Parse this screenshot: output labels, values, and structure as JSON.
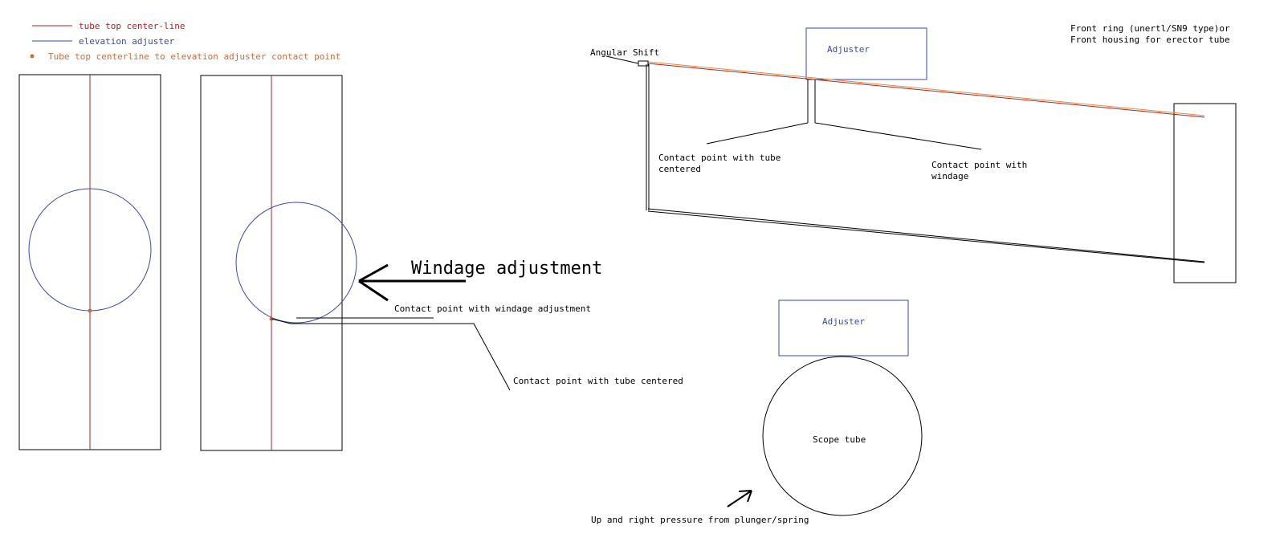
{
  "colors": {
    "tube_centerline": "#a0282a",
    "elevation_adjuster": "#3a4aa6",
    "contact_point": "#c07040",
    "ink": "#000000",
    "orange_line": "#e08a3a"
  },
  "legend": {
    "tube_centerline": "tube top center-line",
    "elevation_adjuster": "elevation adjuster",
    "contact_point": "Tube top centerline to elevation adjuster contact point"
  },
  "left_panel": {
    "windage_label": "Windage adjustment",
    "contact_windage_label": "Contact point with windage adjustment",
    "contact_centered_label": "Contact point with tube centered"
  },
  "side_view": {
    "angular_shift_label": "Angular Shift",
    "adjuster_label": "Adjuster",
    "front_ring_line1": "Front ring (unertl/SN9 type)or",
    "front_ring_line2": "Front housing for erector tube",
    "contact_centered_line1": "Contact point with tube",
    "contact_centered_line2": "centered",
    "contact_windage_line1": "Contact point with",
    "contact_windage_line2": "windage"
  },
  "cross_section": {
    "adjuster_label": "Adjuster",
    "tube_label": "Scope tube",
    "pressure_label": "Up and right pressure from plunger/spring"
  }
}
